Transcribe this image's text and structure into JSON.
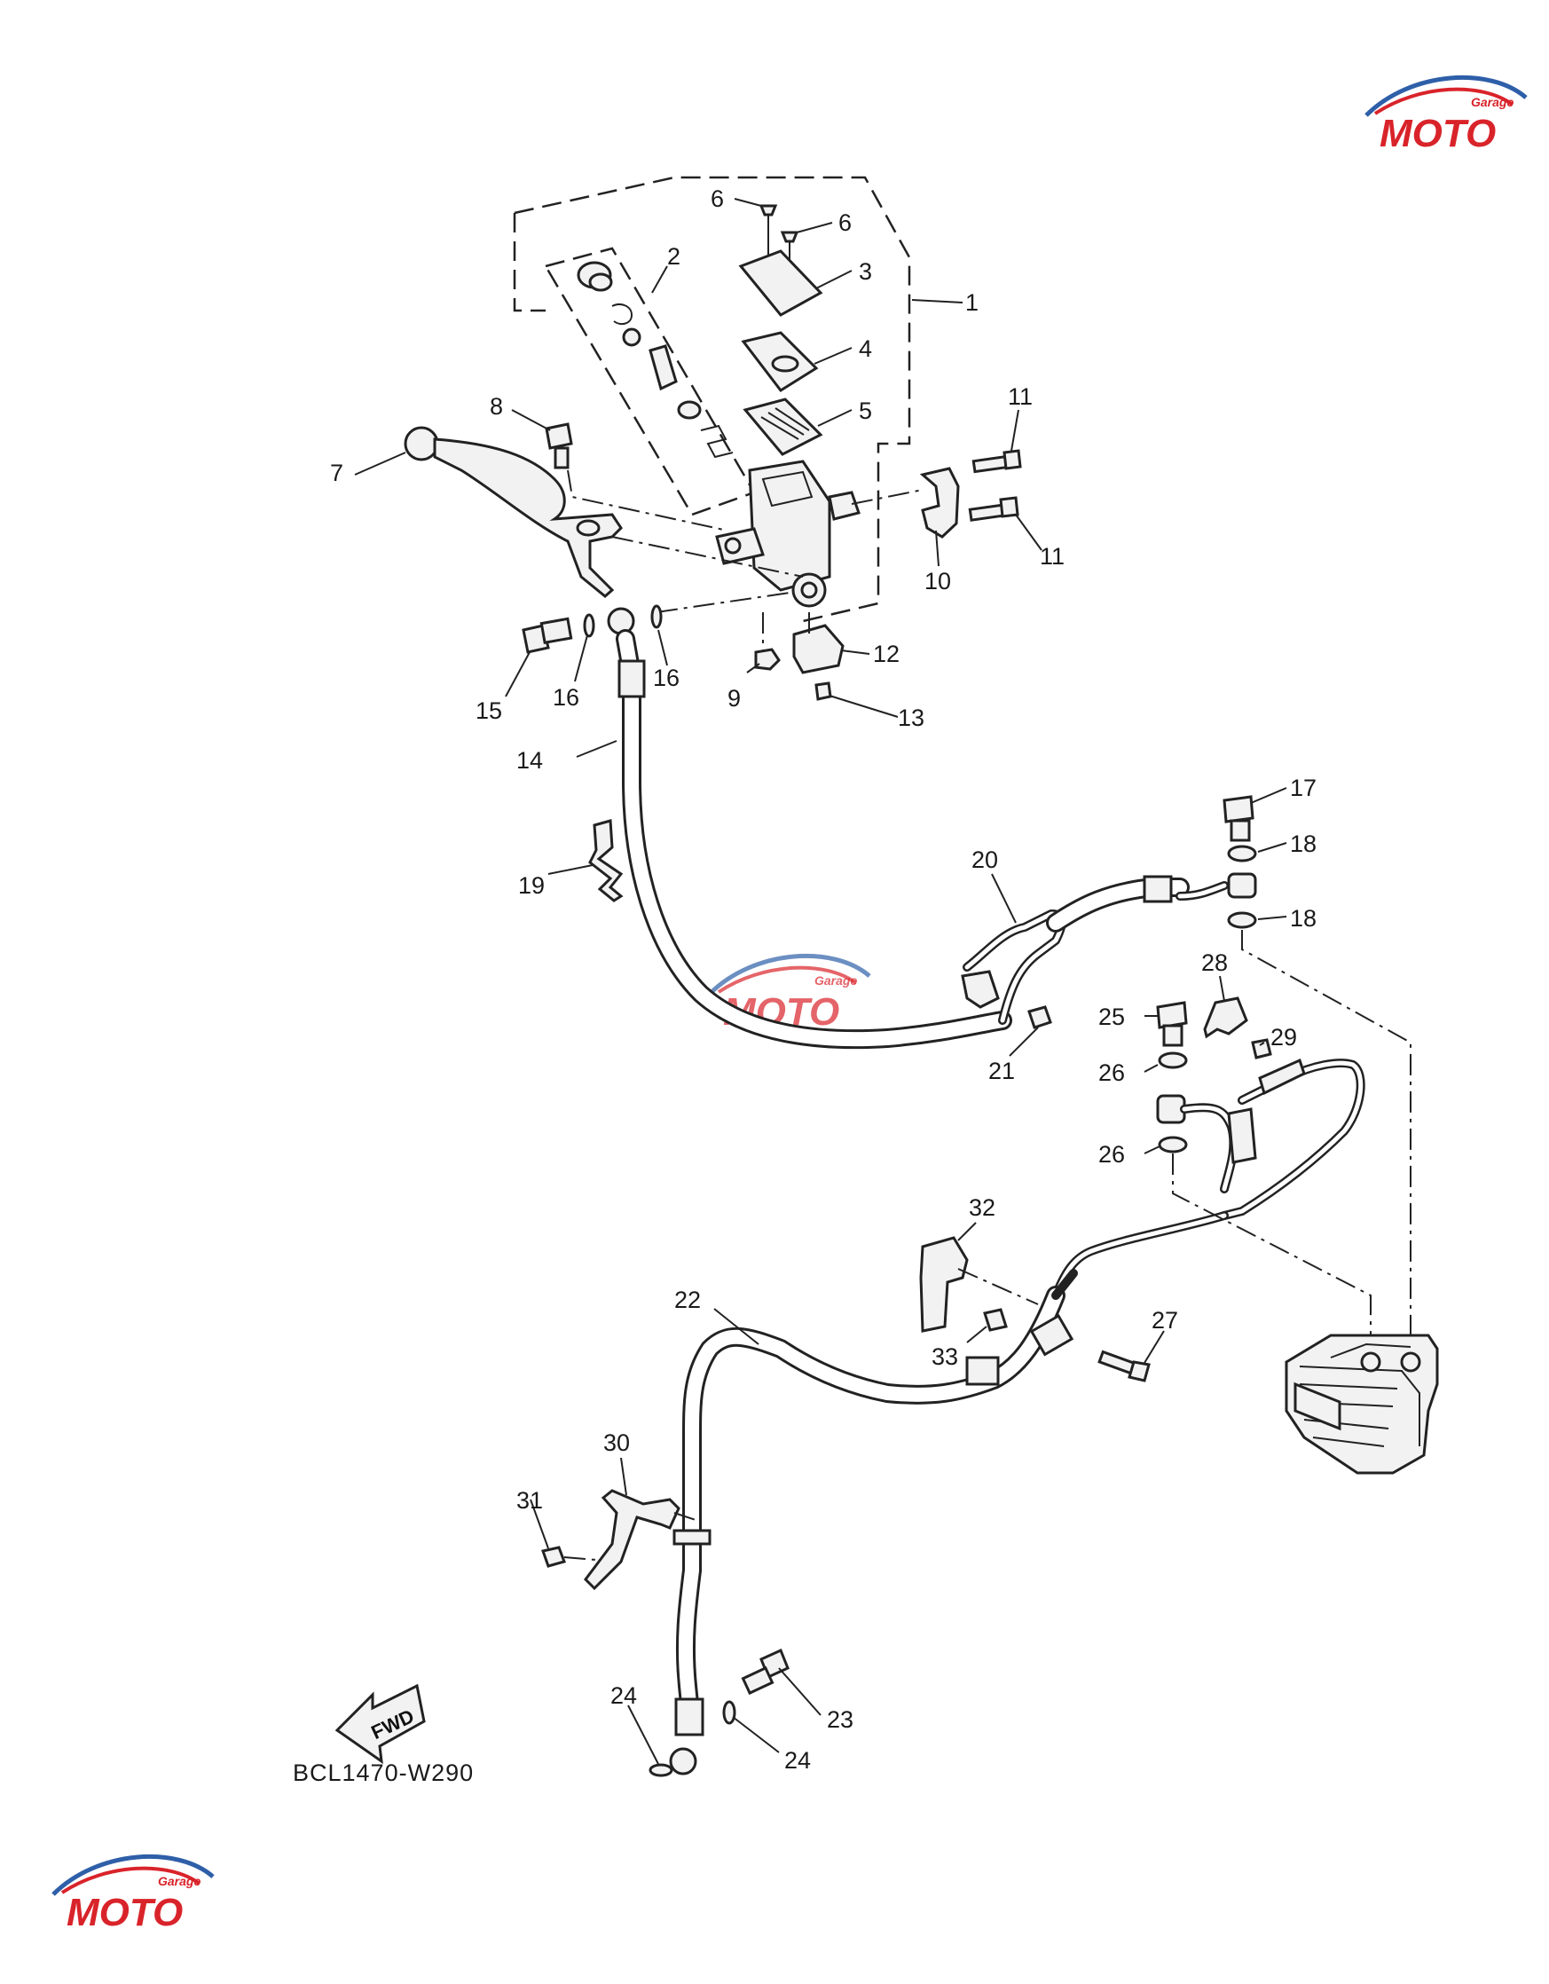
{
  "diagram_code": "BCL1470-W290",
  "direction_label": "FWD",
  "watermark": {
    "brand": "MOTO",
    "sub": "Garage",
    "colors": {
      "red": "#d9232a",
      "blue": "#2e5fa8"
    }
  },
  "callouts": {
    "c1": "1",
    "c2": "2",
    "c3": "3",
    "c4": "4",
    "c5": "5",
    "c6a": "6",
    "c6b": "6",
    "c7": "7",
    "c8": "8",
    "c9": "9",
    "c10": "10",
    "c11a": "11",
    "c11b": "11",
    "c12": "12",
    "c13": "13",
    "c14": "14",
    "c15": "15",
    "c16a": "16",
    "c16b": "16",
    "c17": "17",
    "c18a": "18",
    "c18b": "18",
    "c19": "19",
    "c20": "20",
    "c21": "21",
    "c22": "22",
    "c23": "23",
    "c24a": "24",
    "c24b": "24",
    "c25": "25",
    "c26a": "26",
    "c26b": "26",
    "c27": "27",
    "c28": "28",
    "c29": "29",
    "c30": "30",
    "c31": "31",
    "c32": "32",
    "c33": "33"
  },
  "icons": [
    "fwd-arrow-icon",
    "moto-garage-logo"
  ]
}
